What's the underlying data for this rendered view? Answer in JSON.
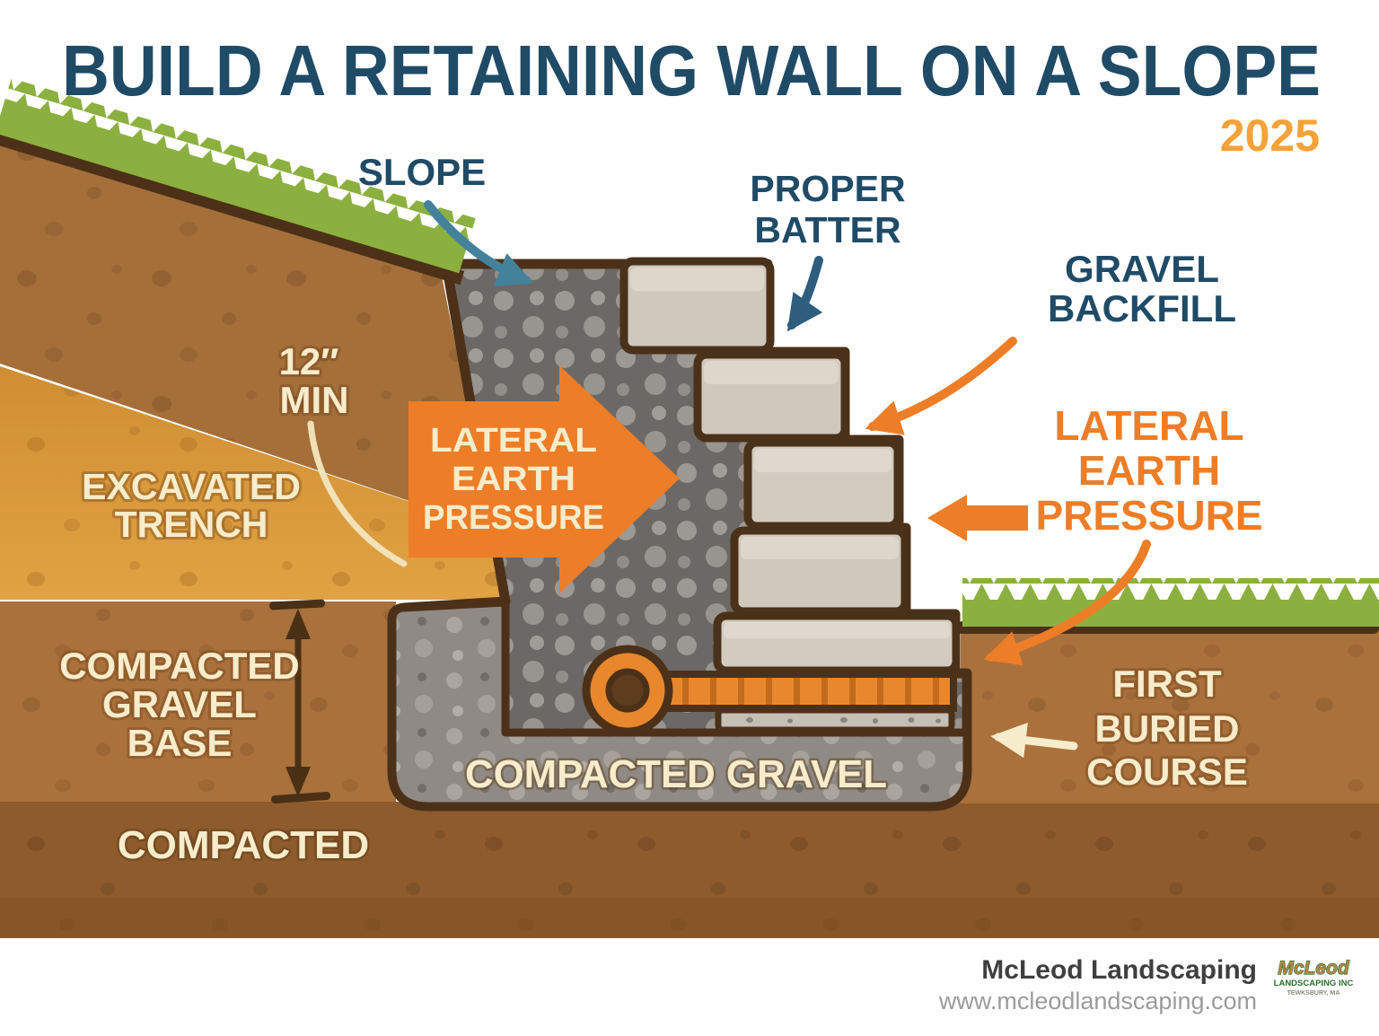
{
  "title": "BUILD A RETAINING WALL ON A SLOPE",
  "year": "2025",
  "diagram": {
    "slope_label": "SLOPE",
    "proper_batter": [
      "PROPER",
      "BATTER"
    ],
    "gravel_backfill": [
      "GRAVEL",
      "BACKFILL"
    ],
    "lateral_earth_pressure_right": [
      "LATERAL",
      "EARTH",
      "PRESSURE"
    ],
    "lateral_earth_pressure_arrow": [
      "LATERAL",
      "EARTH",
      "PRESSURE"
    ],
    "min_depth": [
      "12″",
      "MIN"
    ],
    "excavated_trench": [
      "EXCAVATED",
      "TRENCH"
    ],
    "compacted_gravel_base": [
      "COMPACTED",
      "GRAVEL",
      "BASE"
    ],
    "compacted_subgrade": "COMPACTED",
    "compacted_gravel": "COMPACTED GRAVEL",
    "first_buried_course": [
      "FIRST",
      "BURIED",
      "COURSE"
    ]
  },
  "footer": {
    "company": "McLeod Landscaping",
    "website": "www.mcleodlandscaping.com",
    "logo": {
      "name": "McLeod",
      "line2": "LANDSCAPING INC",
      "line3": "TEWKSBURY, MA"
    }
  },
  "colors": {
    "navy": "#1f4b67",
    "orange": "#ee7d27",
    "cream": "#f7eccb",
    "teal_arrow": "#44829b",
    "navy_arrow": "#2e5d7d",
    "year_orange": "#f5a23a",
    "grass_green": "#8cb03f",
    "outline_brown": "#4c3118",
    "footer_gray": "#3f3f3f",
    "footer_light_gray": "#9b9b9b"
  }
}
